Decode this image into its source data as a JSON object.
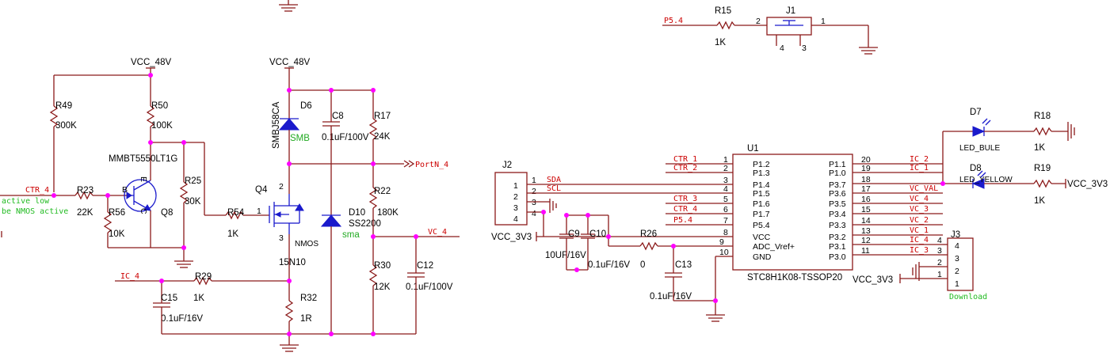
{
  "parts": {
    "r49": {
      "ref": "R49",
      "value": "300K"
    },
    "r50": {
      "ref": "R50",
      "value": "100K"
    },
    "r23": {
      "ref": "R23",
      "value": "22K"
    },
    "r56": {
      "ref": "R56",
      "value": "10K"
    },
    "r25": {
      "ref": "R25",
      "value": "30K"
    },
    "r54": {
      "ref": "R54",
      "value": "1K"
    },
    "r29": {
      "ref": "R29",
      "value": "1K"
    },
    "r32": {
      "ref": "R32",
      "value": "1R"
    },
    "r17": {
      "ref": "R17",
      "value": "24K"
    },
    "r22": {
      "ref": "R22",
      "value": "180K"
    },
    "r30": {
      "ref": "R30",
      "value": "12K"
    },
    "r15": {
      "ref": "R15",
      "value": "1K"
    },
    "r26": {
      "ref": "R26",
      "value": "0"
    },
    "r18": {
      "ref": "R18",
      "value": "1K"
    },
    "r19": {
      "ref": "R19",
      "value": "1K"
    },
    "q8": {
      "ref": "Q8",
      "value": "MMBT5550LT1G",
      "pin_b": "B",
      "pin_c": "C",
      "pin_e": "E"
    },
    "q4": {
      "ref": "Q4",
      "value": "15N10",
      "type": "NMOS",
      "pin1": "1",
      "pin2": "2",
      "pin3": "3"
    },
    "d6": {
      "ref": "D6",
      "value": "SMBJ58CA",
      "package": "SMB"
    },
    "d10": {
      "ref": "D10",
      "value": "SS2200",
      "package": "sma"
    },
    "d7": {
      "ref": "D7",
      "value": "LED_BULE"
    },
    "d8": {
      "ref": "D8",
      "value": "LED_YELLOW"
    },
    "c8": {
      "ref": "C8",
      "value": "0.1uF/100V"
    },
    "c12": {
      "ref": "C12",
      "value": "0.1uF/100V"
    },
    "c15": {
      "ref": "C15",
      "value": "0.1uF/16V"
    },
    "c9": {
      "ref": "C9",
      "value": "10UF/16V"
    },
    "c10": {
      "ref": "C10",
      "value": "0.1uF/16V"
    },
    "c13": {
      "ref": "C13",
      "value": "0.1uF/16V"
    },
    "j1": {
      "ref": "J1",
      "pin1": "1",
      "pin2": "2",
      "pin3": "3",
      "pin4": "4"
    },
    "j2": {
      "ref": "J2",
      "pins": [
        "1",
        "2",
        "3",
        "4"
      ]
    },
    "j3": {
      "ref": "J3",
      "pins": [
        "4",
        "3",
        "2",
        "1"
      ],
      "note": "Download"
    }
  },
  "nets": {
    "vcc48_a": "VCC_48V",
    "vcc48_b": "VCC_48V",
    "ctr4": "CTR_4",
    "ic4": "IC_4",
    "portn4": "PortN_4",
    "vc4": "VC_4",
    "p54_top": "P5.4",
    "vcc3v3_j2": "VCC_3V3",
    "vcc3v3_j3": "VCC_3V3",
    "vcc3v3_r19": "VCC_3V3",
    "sda": "SDA",
    "scl": "SCL"
  },
  "notes": {
    "active_low": "active low",
    "nmos_active": "be NMOS active"
  },
  "u1": {
    "ref": "U1",
    "part": "STC8H1K08-TSSOP20",
    "left": [
      {
        "num": "1",
        "name": "P1.2",
        "net": "CTR_1"
      },
      {
        "num": "2",
        "name": "P1.3",
        "net": "CTR_2"
      },
      {
        "num": "3",
        "name": "P1.4",
        "net": ""
      },
      {
        "num": "4",
        "name": "P1.5",
        "net": ""
      },
      {
        "num": "5",
        "name": "P1.6",
        "net": "CTR_3"
      },
      {
        "num": "6",
        "name": "P1.7",
        "net": "CTR_4"
      },
      {
        "num": "7",
        "name": "P5.4",
        "net": "P5.4"
      },
      {
        "num": "8",
        "name": "VCC",
        "net": ""
      },
      {
        "num": "9",
        "name": "ADC_Vref+",
        "net": ""
      },
      {
        "num": "10",
        "name": "GND",
        "net": ""
      }
    ],
    "right": [
      {
        "num": "20",
        "name": "P1.1",
        "net": "IC_2"
      },
      {
        "num": "19",
        "name": "P1.0",
        "net": "IC_1"
      },
      {
        "num": "18",
        "name": "P3.7",
        "net": ""
      },
      {
        "num": "17",
        "name": "P3.6",
        "net": "VC_VAL"
      },
      {
        "num": "16",
        "name": "P3.5",
        "net": "VC_4"
      },
      {
        "num": "15",
        "name": "P3.4",
        "net": "VC_3"
      },
      {
        "num": "14",
        "name": "P3.3",
        "net": "VC_2"
      },
      {
        "num": "13",
        "name": "P3.2",
        "net": "VC_1"
      },
      {
        "num": "12",
        "name": "P3.1",
        "net": "IC_4"
      },
      {
        "num": "11",
        "name": "P3.0",
        "net": "IC_3"
      }
    ]
  }
}
